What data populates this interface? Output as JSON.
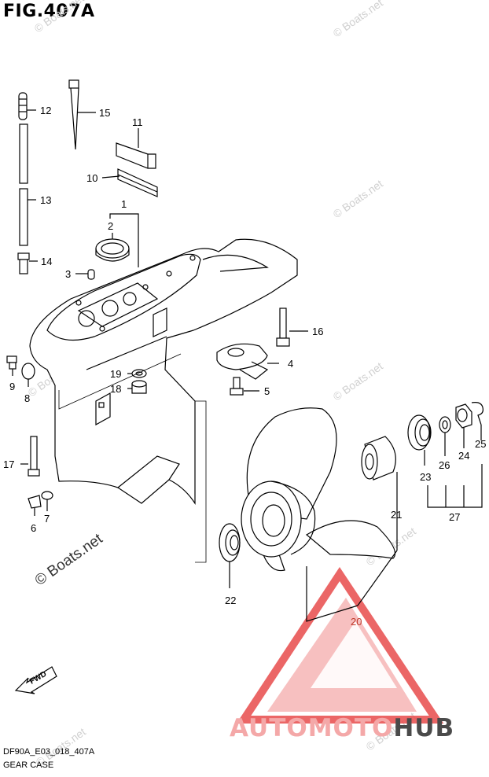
{
  "title": "FIG.407A",
  "footer": {
    "line1": "DF90A_E03_018_407A",
    "line2": "GEAR CASE"
  },
  "watermark": {
    "text": "© Boats.net",
    "big_text": "© Boats.net"
  },
  "brand": {
    "part1": "AUTOMOTO",
    "part2": "HUB",
    "color1": "#f4a8a8",
    "color2": "#4a4a4a",
    "logo_color": "#e84b4b"
  },
  "fwd_label": "FWD",
  "callouts": {
    "c1": "1",
    "c2": "2",
    "c3": "3",
    "c4": "4",
    "c5": "5",
    "c6": "6",
    "c7": "7",
    "c8": "8",
    "c9": "9",
    "c10": "10",
    "c11": "11",
    "c12": "12",
    "c13": "13",
    "c14": "14",
    "c15": "15",
    "c16": "16",
    "c17": "17",
    "c18": "18",
    "c19": "19",
    "c20": "20",
    "c21": "21",
    "c22": "22",
    "c23": "23",
    "c24": "24",
    "c25": "25",
    "c26": "26",
    "c27": "27"
  }
}
